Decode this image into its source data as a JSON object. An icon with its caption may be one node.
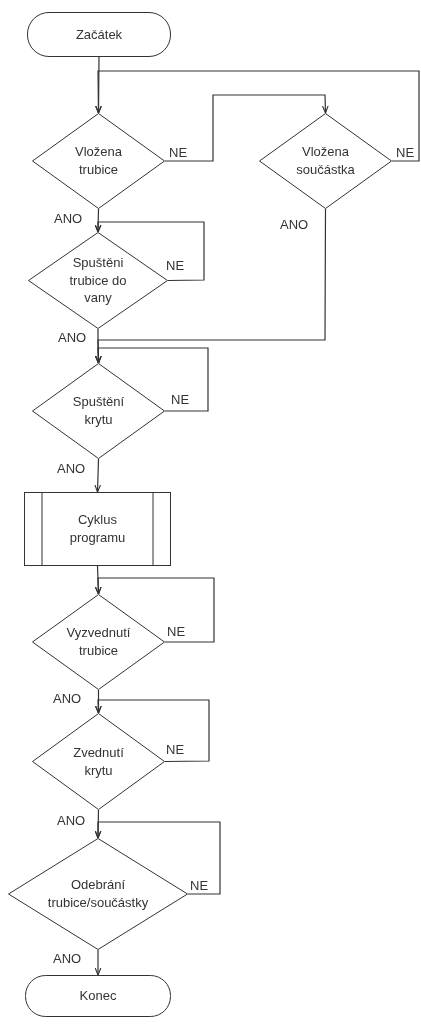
{
  "diagram": {
    "nodes": [
      {
        "text": [
          "Začátek"
        ]
      },
      {
        "text": [
          "Vložena trubice"
        ]
      },
      {
        "text": [
          "Vložena součástka"
        ]
      },
      {
        "text": [
          "Spuštěni trubice do vany"
        ]
      },
      {
        "text": [
          "Spuštění krytu"
        ]
      },
      {
        "text": [
          "Cyklus programu"
        ]
      },
      {
        "text": [
          "Vyzvednutí trubice"
        ]
      },
      {
        "text": [
          "Zvednutí krytu"
        ]
      },
      {
        "text": [
          "Odebrání trubice/součástky"
        ]
      },
      {
        "text": [
          "Konec"
        ]
      }
    ],
    "edges": [
      {
        "from": 0,
        "to": 1,
        "arrow": "to"
      },
      {
        "from": 1,
        "to": 2,
        "arrow": "to",
        "label": "NE"
      },
      {
        "from": 2,
        "to": 1,
        "arrow": "to",
        "label": "NE"
      },
      {
        "from": 1,
        "to": 3,
        "arrow": "to",
        "label": "ANO"
      },
      {
        "from": 3,
        "to": 3,
        "arrow": "to",
        "label": "NE"
      },
      {
        "from": 3,
        "to": 4,
        "arrow": "to",
        "label": "ANO"
      },
      {
        "from": 2,
        "to": 4,
        "arrow": "to",
        "label": "ANO"
      },
      {
        "from": 4,
        "to": 4,
        "arrow": "to",
        "label": "NE"
      },
      {
        "from": 4,
        "to": 5,
        "arrow": "to",
        "label": "ANO"
      },
      {
        "from": 5,
        "to": 6,
        "arrow": "to"
      },
      {
        "from": 6,
        "to": 6,
        "arrow": "to",
        "label": "NE"
      },
      {
        "from": 6,
        "to": 7,
        "arrow": "to",
        "label": "ANO"
      },
      {
        "from": 7,
        "to": 7,
        "arrow": "to",
        "label": "NE"
      },
      {
        "from": 7,
        "to": 8,
        "arrow": "to",
        "label": "ANO"
      },
      {
        "from": 8,
        "to": 8,
        "arrow": "to",
        "label": "NE"
      },
      {
        "from": 8,
        "to": 9,
        "arrow": "to",
        "label": "ANO"
      }
    ]
  }
}
